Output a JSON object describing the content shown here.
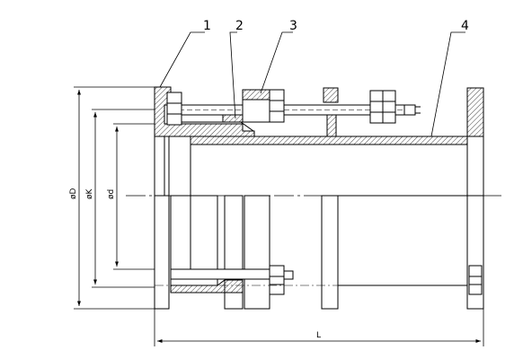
{
  "callouts": [
    {
      "number": "1",
      "part": "flange"
    },
    {
      "number": "2",
      "part": "gland ring"
    },
    {
      "number": "3",
      "part": "tie-rod nut"
    },
    {
      "number": "4",
      "part": "pipe body"
    }
  ],
  "dimensions": {
    "outer_diameter": "øD",
    "bolt_circle": "øK",
    "bore": "ød",
    "length": "L"
  },
  "colors": {
    "line": "#000000",
    "hatch": "#444444",
    "background": "#ffffff"
  }
}
